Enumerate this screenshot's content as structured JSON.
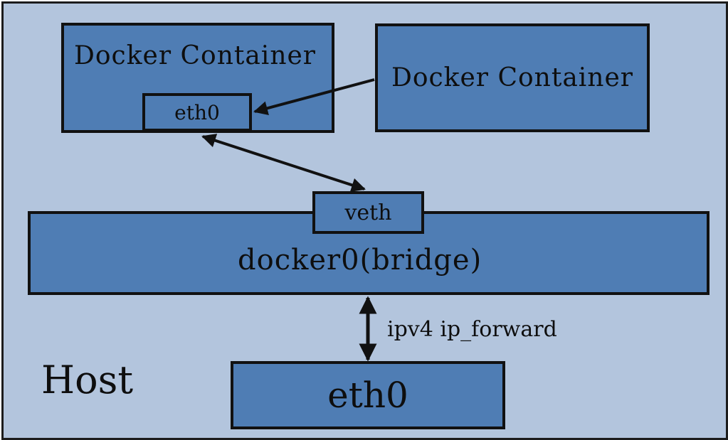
{
  "diagram": {
    "host_label": "Host",
    "container_left": {
      "title": "Docker Container",
      "interface": "eth0"
    },
    "container_right": {
      "title": "Docker Container"
    },
    "bridge": {
      "title": "docker0(bridge)",
      "interface": "veth"
    },
    "host_interface": "eth0",
    "forward_label": "ipv4 ip_forward",
    "colors": {
      "background": "#b3c5dd",
      "box_fill": "#4f7db4",
      "border": "#111111"
    }
  }
}
